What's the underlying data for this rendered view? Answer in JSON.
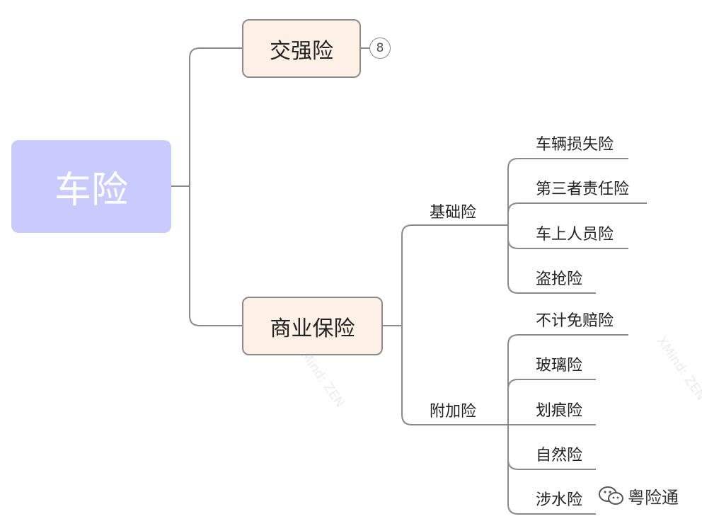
{
  "root": {
    "label": "车险"
  },
  "branches": [
    {
      "label": "交强险",
      "badge": "8"
    },
    {
      "label": "商业保险",
      "groups": [
        {
          "label": "基础险",
          "items": [
            "车辆损失险",
            "第三者责任险",
            "车上人员险",
            "盗抢险"
          ]
        },
        {
          "label": "附加险",
          "items": [
            "不计免赔险",
            "玻璃险",
            "划痕险",
            "自然险",
            "涉水险"
          ]
        }
      ]
    }
  ],
  "watermark": {
    "text": "XMind: ZEN"
  },
  "footer": {
    "label": "粤险通",
    "icon": "wechat-icon"
  },
  "colors": {
    "root_bg": "#c9cbff",
    "node_bg": "#fdf1e6",
    "line": "#8a8a8a"
  }
}
